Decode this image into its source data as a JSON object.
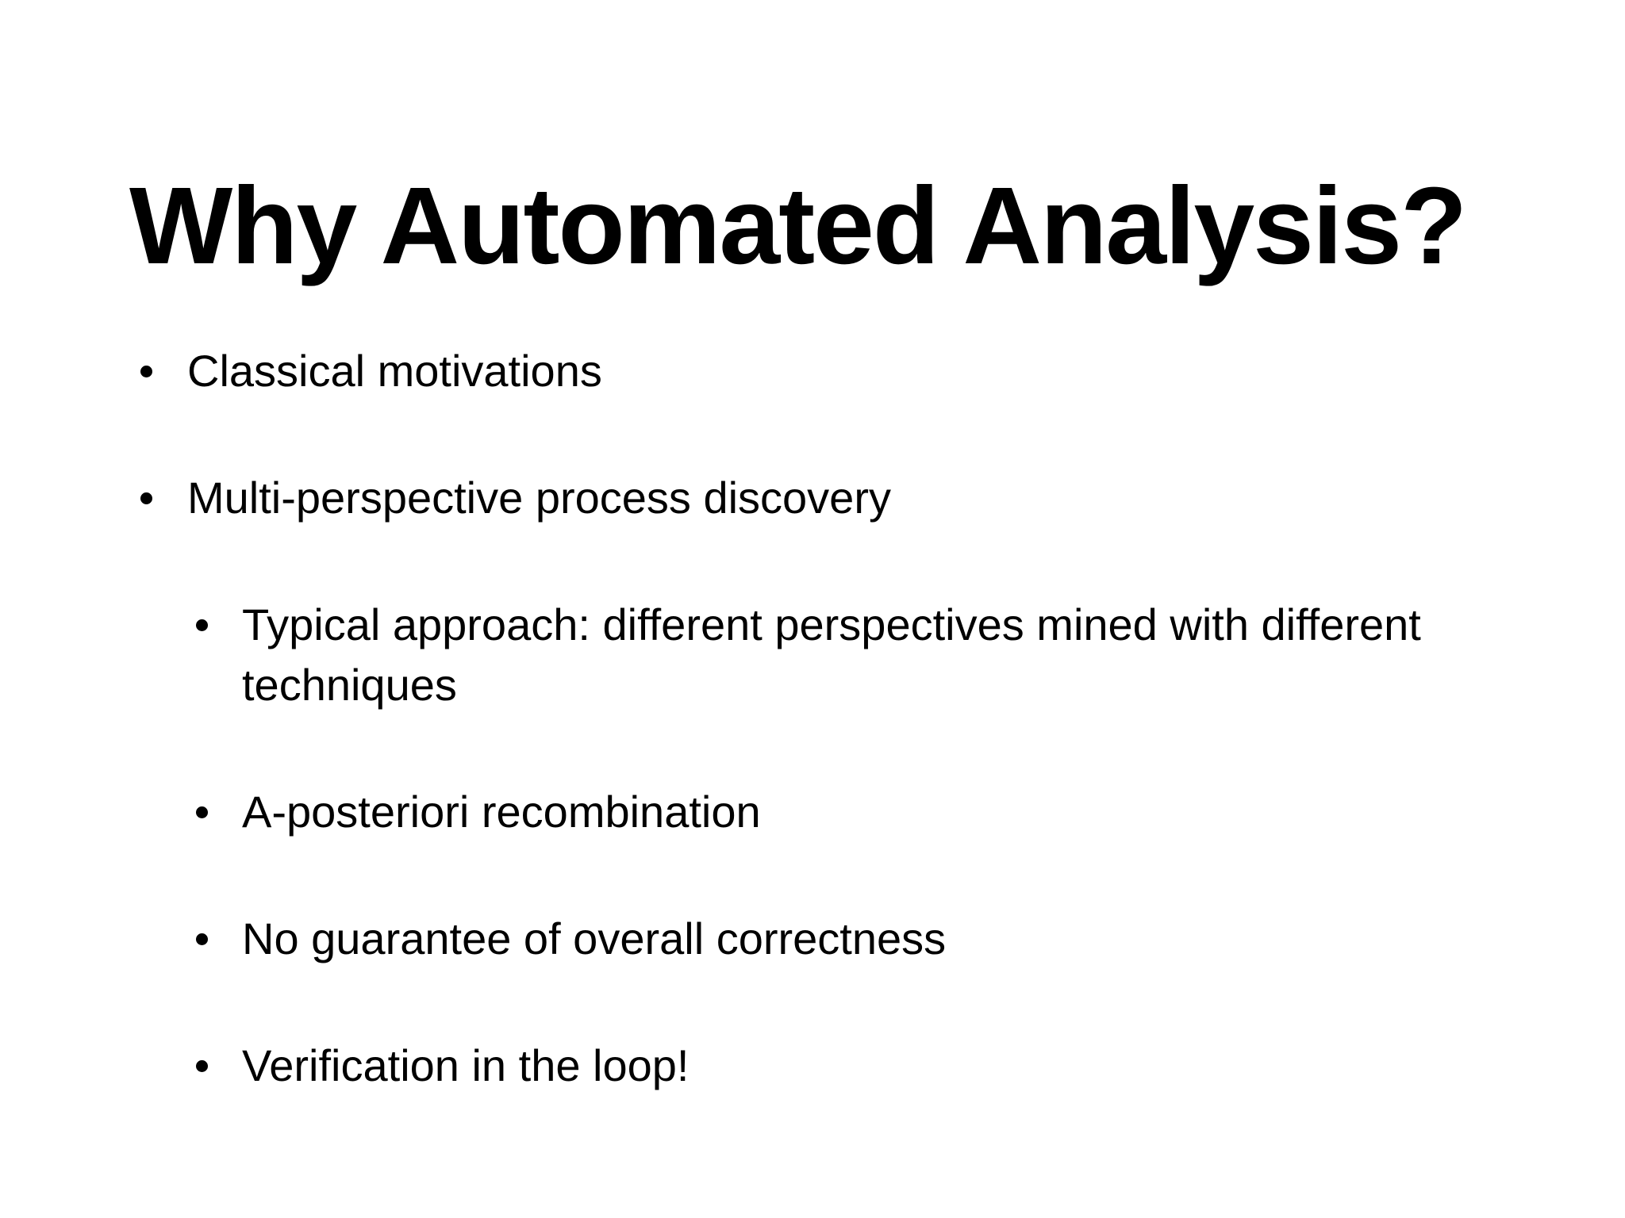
{
  "slide": {
    "title": "Why Automated Analysis?",
    "bullets": [
      {
        "level": 1,
        "text": "Classical motivations"
      },
      {
        "level": 1,
        "text": "Multi-perspective process discovery"
      },
      {
        "level": 2,
        "text": "Typical approach: different perspectives mined with different techniques"
      },
      {
        "level": 2,
        "text": "A-posteriori recombination"
      },
      {
        "level": 2,
        "text": "No guarantee of overall correctness"
      },
      {
        "level": 2,
        "text": "Verification in the loop!"
      }
    ],
    "colors": {
      "background": "#ffffff",
      "text": "#000000"
    }
  }
}
